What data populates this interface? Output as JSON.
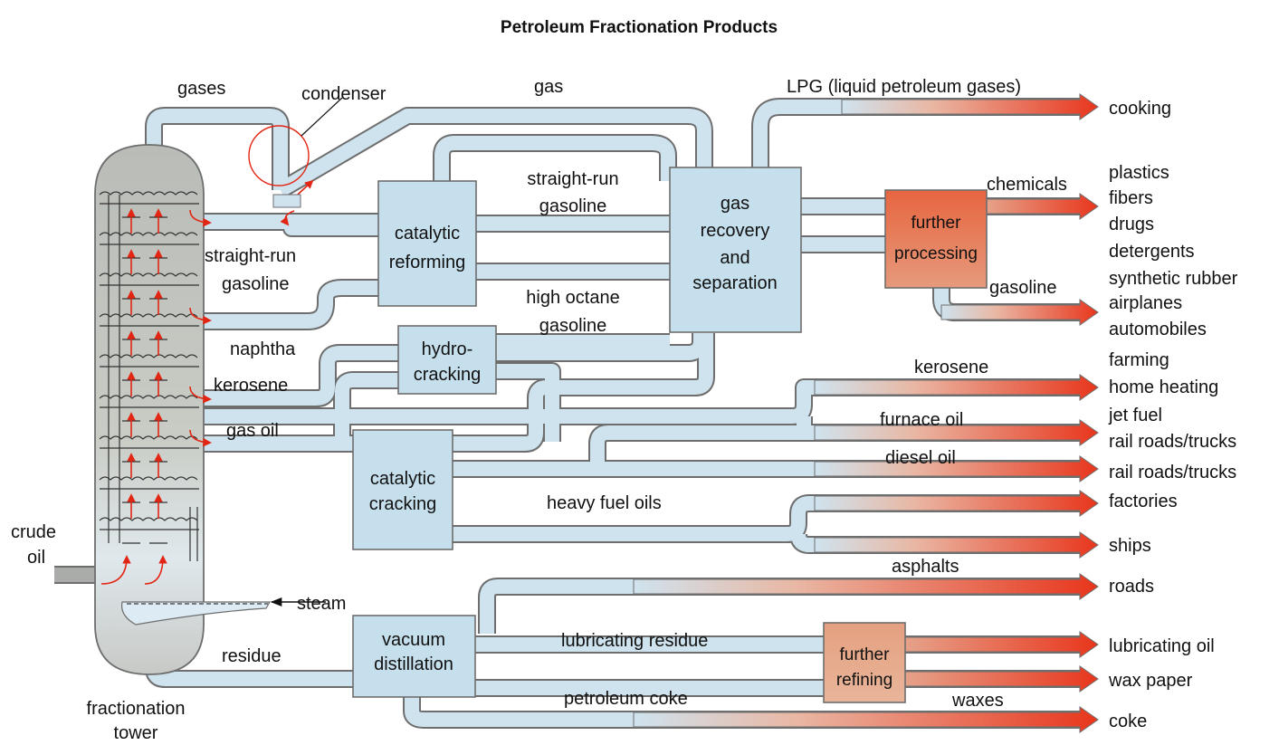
{
  "title": "Petroleum Fractionation Products",
  "colors": {
    "pipe_fill": "#cfe3ee",
    "pipe_edge": "#6e6e6e",
    "box_fill": "#c6dfec",
    "tower_fill": "#c9ccc8",
    "product_red": "#e8492a",
    "processing_orange": "#e3805e",
    "red_arrow": "#e32614"
  },
  "labels": {
    "gases": "gases",
    "condenser": "condenser",
    "gas": "gas",
    "lpg": "LPG (liquid petroleum gases)",
    "straight_run_gasoline_tower_1": "straight-run",
    "straight_run_gasoline_tower_2": "gasoline",
    "naphtha": "naphtha",
    "kerosene_tower": "kerosene",
    "gas_oil": "gas oil",
    "crude_oil_1": "crude",
    "crude_oil_2": "oil",
    "steam": "steam",
    "residue": "residue",
    "fractionation_tower_1": "fractionation",
    "fractionation_tower_2": "tower",
    "straight_run_gasoline_1": "straight-run",
    "straight_run_gasoline_2": "gasoline",
    "high_octane_gasoline_1": "high octane",
    "high_octane_gasoline_2": "gasoline",
    "kerosene": "kerosene",
    "furnace_oil": "furnace oil",
    "diesel_oil": "diesel oil",
    "heavy_fuel_oils": "heavy fuel oils",
    "asphalts": "asphalts",
    "lubricating_residue": "lubricating residue",
    "petroleum_coke": "petroleum coke",
    "waxes": "waxes",
    "chemicals": "chemicals",
    "gasoline": "gasoline"
  },
  "units": {
    "catalytic_reforming": [
      "catalytic",
      "reforming"
    ],
    "gas_recovery": [
      "gas",
      "recovery",
      "and",
      "separation"
    ],
    "further_processing": [
      "further",
      "processing"
    ],
    "hydrocracking": [
      "hydro-",
      "cracking"
    ],
    "catalytic_cracking": [
      "catalytic",
      "cracking"
    ],
    "vacuum_distillation": [
      "vacuum",
      "distillation"
    ],
    "further_refining": [
      "further",
      "refining"
    ]
  },
  "uses": {
    "cooking": "cooking",
    "chemicals_uses": [
      "plastics",
      "fibers",
      "drugs",
      "detergents",
      "synthetic rubber"
    ],
    "gasoline_uses": [
      "airplanes",
      "automobiles",
      "farming"
    ],
    "kerosene_uses": [
      "home heating",
      "jet fuel"
    ],
    "furnace_oil_use": "rail roads/trucks",
    "diesel_oil_use": "rail roads/trucks",
    "factories": "factories",
    "ships": "ships",
    "roads": "roads",
    "lubricating_oil": "lubricating oil",
    "wax_paper": "wax paper",
    "coke": "coke"
  }
}
